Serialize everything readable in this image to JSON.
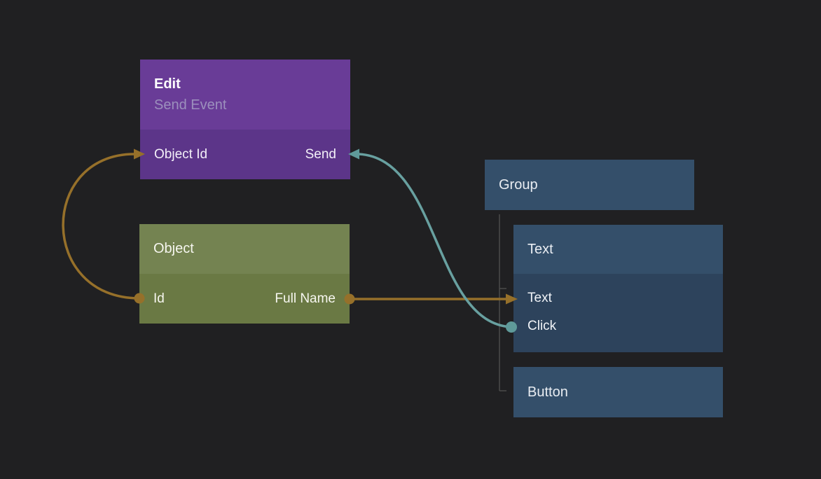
{
  "canvas": {
    "background_color": "#202022"
  },
  "colors": {
    "connection_orange": "#96702a",
    "connection_teal": "#68a0a0",
    "tree_line": "#4b4b4b",
    "edit_header": "#693c97",
    "edit_body": "#5c3589",
    "object_header": "#748351",
    "object_body": "#6a7944",
    "blue_header": "#344f6a",
    "blue_body": "#2d435c",
    "subtitle_text": "#9c90bd"
  },
  "nodes": {
    "edit": {
      "title": "Edit",
      "subtitle": "Send Event",
      "input": {
        "label": "Object Id"
      },
      "output": {
        "label": "Send"
      }
    },
    "object": {
      "title": "Object",
      "input": {
        "label": "Id"
      },
      "output": {
        "label": "Full Name"
      }
    },
    "group": {
      "title": "Group"
    },
    "text": {
      "title": "Text",
      "ports": [
        {
          "label": "Text"
        },
        {
          "label": "Click"
        }
      ]
    },
    "button": {
      "title": "Button"
    }
  },
  "connections": [
    {
      "from": "Object / Id",
      "to": "Edit / Object Id",
      "color": "#96702a"
    },
    {
      "from": "Object / Full Name",
      "to": "Text / Text",
      "color": "#96702a"
    },
    {
      "from": "Text / Click",
      "to": "Edit / Send",
      "color": "#68a0a0"
    }
  ]
}
